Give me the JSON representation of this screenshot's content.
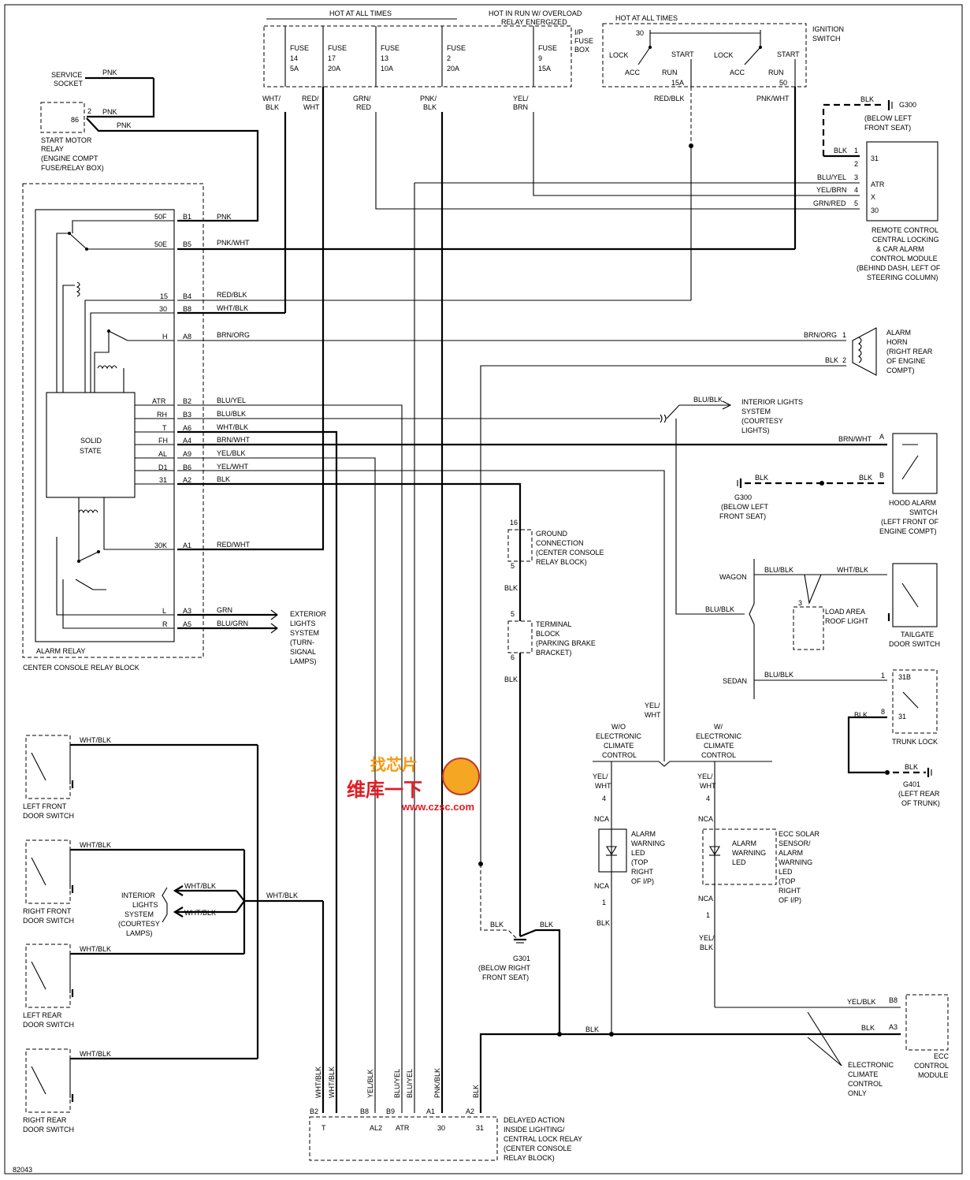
{
  "page": {
    "diagram_id": "82043"
  },
  "fuse_box": {
    "hot_at_all_times": "HOT AT ALL TIMES",
    "hot_in_run_1": "HOT IN RUN W/ OVERLOAD",
    "hot_in_run_2": "RELAY ENERGIZED",
    "box_label": [
      "I/P",
      "FUSE",
      "BOX"
    ],
    "fuses": [
      {
        "name": "FUSE",
        "num": "14",
        "amp": "5A",
        "wire": [
          "WHT/",
          "BLK"
        ]
      },
      {
        "name": "FUSE",
        "num": "17",
        "amp": "20A",
        "wire": [
          "RED/",
          "WHT"
        ]
      },
      {
        "name": "FUSE",
        "num": "13",
        "amp": "10A",
        "wire": [
          "GRN/",
          "RED"
        ]
      },
      {
        "name": "FUSE",
        "num": "2",
        "amp": "20A",
        "wire": [
          "PNK/",
          "BLK"
        ]
      },
      {
        "name": "FUSE",
        "num": "9",
        "amp": "15A",
        "wire": [
          "YEL/",
          "BRN"
        ]
      }
    ]
  },
  "ignition": {
    "hot": "HOT AT ALL TIMES",
    "label": [
      "IGNITION",
      "SWITCH"
    ],
    "pos": {
      "p30": "30",
      "lock": "LOCK",
      "start": "START",
      "acc": "ACC",
      "run": "RUN",
      "p15a": "15A",
      "p50": "50"
    },
    "wire_15a": "RED/BLK",
    "wire_50": "PNK/WHT"
  },
  "service_socket": {
    "label": [
      "SERVICE",
      "SOCKET"
    ],
    "wire": "PNK"
  },
  "start_relay": {
    "pin2": "2",
    "pin86": "86",
    "wire": "PNK",
    "label": [
      "START MOTOR",
      "RELAY",
      "(ENGINE COMPT",
      "FUSE/RELAY BOX)"
    ]
  },
  "alarm_relay": {
    "label": "ALARM RELAY",
    "block": "CENTER CONSOLE RELAY BLOCK",
    "solid_state": [
      "SOLID",
      "STATE"
    ],
    "pins": [
      {
        "term": "50F",
        "pin": "B1",
        "wire": "PNK"
      },
      {
        "term": "50E",
        "pin": "B5",
        "wire": "PNK/WHT"
      },
      {
        "term": "15",
        "pin": "B4",
        "wire": "RED/BLK"
      },
      {
        "term": "30",
        "pin": "B8",
        "wire": "WHT/BLK"
      },
      {
        "term": "H",
        "pin": "A8",
        "wire": "BRN/ORG"
      },
      {
        "term": "ATR",
        "pin": "B2",
        "wire": "BLU/YEL"
      },
      {
        "term": "RH",
        "pin": "B3",
        "wire": "BLU/BLK"
      },
      {
        "term": "T",
        "pin": "A6",
        "wire": "WHT/BLK"
      },
      {
        "term": "FH",
        "pin": "A4",
        "wire": "BRN/WHT"
      },
      {
        "term": "AL",
        "pin": "A9",
        "wire": "YEL/BLK"
      },
      {
        "term": "D1",
        "pin": "B6",
        "wire": "YEL/WHT"
      },
      {
        "term": "31",
        "pin": "A2",
        "wire": "BLK"
      },
      {
        "term": "30K",
        "pin": "A1",
        "wire": "RED/WHT"
      },
      {
        "term": "L",
        "pin": "A3",
        "wire": "GRN"
      },
      {
        "term": "R",
        "pin": "A5",
        "wire": "BLU/GRN"
      }
    ]
  },
  "exterior_lights": [
    "EXTERIOR",
    "LIGHTS",
    "SYSTEM",
    "(TURN-",
    "SIGNAL",
    "LAMPS)"
  ],
  "remote_module": {
    "g300": "G300",
    "g300_note": [
      "(BELOW LEFT",
      "FRONT SEAT)"
    ],
    "g300_wire": "BLK",
    "pins": [
      {
        "n": "1",
        "term": "31",
        "wire": "BLK"
      },
      {
        "n": "2",
        "term": "",
        "wire": ""
      },
      {
        "n": "3",
        "term": "ATR",
        "wire": "BLU/YEL"
      },
      {
        "n": "4",
        "term": "X",
        "wire": "YEL/BRN"
      },
      {
        "n": "5",
        "term": "30",
        "wire": "GRN/RED"
      }
    ],
    "label": [
      "REMOTE CONTROL",
      "CENTRAL LOCKING",
      "& CAR ALARM",
      "CONTROL MODULE",
      "(BEHIND DASH, LEFT OF",
      "STEERING COLUMN)"
    ]
  },
  "alarm_horn": {
    "pins": [
      {
        "n": "1",
        "wire": "BRN/ORG"
      },
      {
        "n": "2",
        "wire": "BLK"
      }
    ],
    "label": [
      "ALARM",
      "HORN",
      "(RIGHT REAR",
      "OF ENGINE",
      "COMPT)"
    ]
  },
  "interior_lights_top": {
    "wire": "BLU/BLK",
    "label": [
      "INTERIOR LIGHTS",
      "SYSTEM",
      "(COURTESY",
      "LIGHTS)"
    ]
  },
  "hood_switch": {
    "pin_a": "A",
    "pin_b": "B",
    "wire_a": "BRN/WHT",
    "wire_b": "BLK",
    "g300": "G300",
    "g300_note": [
      "(BELOW LEFT",
      "FRONT SEAT)"
    ],
    "g300_wire": "BLK",
    "label": [
      "HOOD ALARM",
      "SWITCH",
      "(LEFT FRONT OF",
      "ENGINE COMPT)"
    ]
  },
  "ground_connection": {
    "pin16": "16",
    "pin5": "5",
    "label": [
      "GROUND",
      "CONNECTION",
      "(CENTER CONSOLE",
      "RELAY BLOCK)"
    ],
    "wire": "BLK"
  },
  "terminal_block": {
    "pin5": "5",
    "pin6": "6",
    "label": [
      "TERMINAL",
      "BLOCK",
      "(PARKING BRAKE",
      "BRACKET)"
    ],
    "wire": "BLK"
  },
  "wagon": {
    "label": "WAGON",
    "wire1": "BLU/BLK",
    "wire2": "WHT/BLK",
    "pin3": "3",
    "load_light": [
      "LOAD AREA",
      "ROOF LIGHT"
    ],
    "tailgate": [
      "TAILGATE",
      "DOOR SWITCH"
    ]
  },
  "sedan": {
    "label": "SEDAN",
    "wire": "BLU/BLK",
    "trunk_blk": "BLK",
    "pin1": "1",
    "pin8": "8",
    "t31b": "31B",
    "t31": "31",
    "trunk": "TRUNK LOCK",
    "g401": "G401",
    "g401_note": [
      "(LEFT REAR",
      "OF TRUNK)"
    ],
    "g401_wire": "BLK"
  },
  "blu_blk_main": "BLU/BLK",
  "yel_wht_main": [
    "YEL/",
    "WHT"
  ],
  "climate": {
    "wo": [
      "W/O",
      "ELECTRONIC",
      "CLIMATE",
      "CONTROL"
    ],
    "w": [
      "W/",
      "ELECTRONIC",
      "CLIMATE",
      "CONTROL"
    ],
    "wire_top": [
      "YEL/",
      "WHT"
    ],
    "pin4": "4",
    "nca": "NCA",
    "pin1": "1",
    "led_left": [
      "ALARM",
      "WARNING",
      "LED",
      "(TOP",
      "RIGHT",
      "OF I/P)"
    ],
    "led_right_inner": [
      "ALARM",
      "WARNING",
      "LED"
    ],
    "led_right_outer": [
      "ECC SOLAR",
      "SENSOR/",
      "ALARM",
      "WARNING",
      "LED",
      "(TOP",
      "RIGHT",
      "OF I/P)"
    ],
    "wire_left_bottom": "BLK",
    "wire_right_bottom": [
      "YEL/",
      "BLK"
    ]
  },
  "g301": {
    "label": "G301",
    "note": [
      "(BELOW RIGHT",
      "FRONT SEAT)"
    ],
    "wire_l": "BLK",
    "wire_r": "BLK"
  },
  "ecc_module": {
    "pin_b8": "B8",
    "pin_a3": "A3",
    "wire_b8": "YEL/BLK",
    "wire_a3": "BLK",
    "label": [
      "ECC",
      "CONTROL",
      "MODULE"
    ],
    "note": [
      "ELECTRONIC",
      "CLIMATE",
      "CONTROL",
      "ONLY"
    ]
  },
  "bottom_blk": "BLK",
  "door_switches": [
    {
      "label": [
        "LEFT FRONT",
        "DOOR SWITCH"
      ],
      "wire": "WHT/BLK"
    },
    {
      "label": [
        "RIGHT FRONT",
        "DOOR SWITCH"
      ],
      "wire": "WHT/BLK"
    },
    {
      "label": [
        "LEFT REAR",
        "DOOR SWITCH"
      ],
      "wire": "WHT/BLK"
    },
    {
      "label": [
        "RIGHT REAR",
        "DOOR SWITCH"
      ],
      "wire": "WHT/BLK"
    }
  ],
  "interior_lights_bottom": {
    "label": [
      "INTERIOR",
      "LIGHTS",
      "SYSTEM",
      "(COURTESY",
      "LAMPS)"
    ],
    "wire1": "WHT/BLK",
    "wire2": "WHT/BLK",
    "wire_main": "WHT/BLK"
  },
  "delayed_relay": {
    "pins": [
      {
        "pin": "B2",
        "term": "T",
        "wire": "WHT/BLK"
      },
      {
        "pin": "",
        "term": "",
        "wire": "WHT/BLK"
      },
      {
        "pin": "B8",
        "term": "AL2",
        "wire": "YEL/BLK"
      },
      {
        "pin": "B9",
        "term": "ATR",
        "wire": "BLU/YEL"
      },
      {
        "pin": "",
        "term": "",
        "wire": "BLU/YEL"
      },
      {
        "pin": "A1",
        "term": "30",
        "wire": "PNK/BLK"
      },
      {
        "pin": "A2",
        "term": "31",
        "wire": "BLK"
      }
    ],
    "label": [
      "DELAYED ACTION",
      "INSIDE LIGHTING/",
      "CENTRAL LOCK RELAY",
      "(CENTER CONSOLE",
      "RELAY BLOCK)"
    ]
  },
  "watermark": {
    "line1": "找芯片",
    "line2": "维库一下",
    "url": "www.czsc.com"
  }
}
